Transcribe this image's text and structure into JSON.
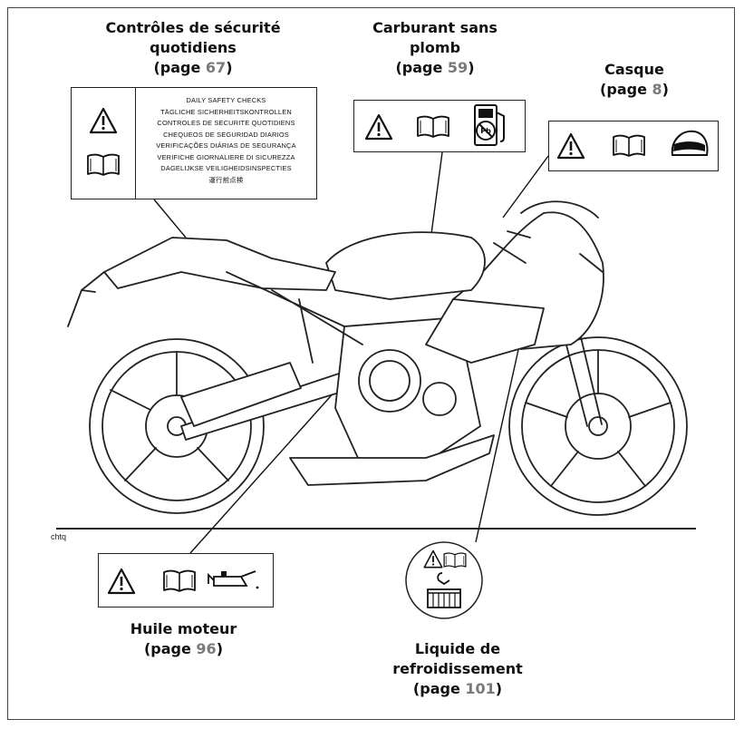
{
  "callouts": {
    "daily_checks": {
      "title_line1": "Contrôles de sécurité",
      "title_line2": "quotidiens",
      "page_prefix": "(page ",
      "page_num": "67",
      "page_suffix": ")"
    },
    "fuel": {
      "title_line1": "Carburant sans",
      "title_line2": "plomb",
      "page_prefix": "(page ",
      "page_num": "59",
      "page_suffix": ")"
    },
    "helmet": {
      "title_line1": "Casque",
      "page_prefix": "(page ",
      "page_num": "8",
      "page_suffix": ")"
    },
    "engine_oil": {
      "title_line1": "Huile moteur",
      "page_prefix": "(page ",
      "page_num": "96",
      "page_suffix": ")"
    },
    "coolant": {
      "title_line1": "Liquide de",
      "title_line2": "refroidissement",
      "page_prefix": "(page ",
      "page_num": "101",
      "page_suffix": ")"
    }
  },
  "safety_label_lines": [
    "DAILY SAFETY CHECKS",
    "TÄGLICHE SICHERHEITSKONTROLLEN",
    "CONTROLES DE SECURITE QUOTIDIENS",
    "CHEQUEOS DE SEGURIDAD DIARIOS",
    "VERIFICAÇÕES DIÁRIAS DE SEGURANÇA",
    "VERIFICHE GIORNALIERE DI SICUREZZA",
    "DAGELIJKSE VEILIGHEIDSINSPECTIES",
    "運行前点検"
  ],
  "image_ident": "chtq",
  "icons": [
    "warning-triangle-icon",
    "open-book-icon",
    "fuel-pump-icon",
    "helmet-icon",
    "oil-can-icon",
    "coolant-tank-icon"
  ]
}
